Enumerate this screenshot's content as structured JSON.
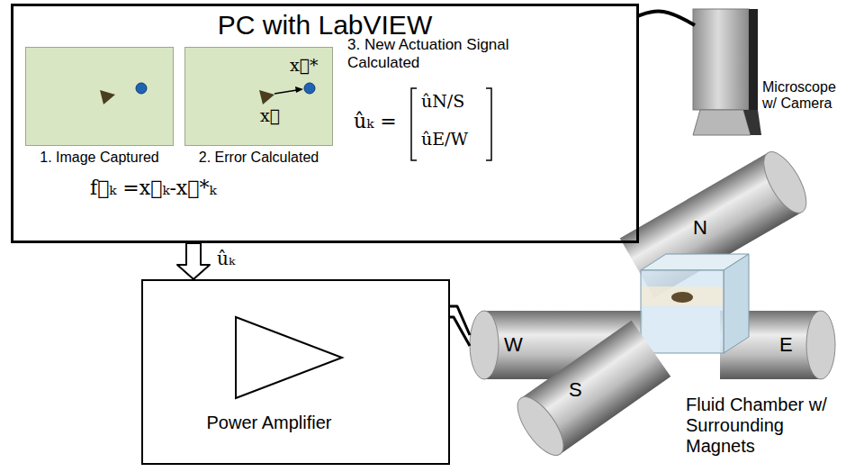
{
  "diagram": {
    "nodes": [
      {
        "text": [
          "PC with LabVIEW"
        ]
      },
      {
        "text": [
          "1. Image Captured"
        ],
        "in": 0
      },
      {
        "text": [
          "2. Error Calculated"
        ],
        "in": 0
      },
      {
        "text": [
          "Microscope w/ Camera"
        ]
      },
      {
        "text": [
          "Power Amplifier"
        ]
      },
      {
        "text": [
          "Fluid Chamber w/ Surrounding Magnets"
        ]
      }
    ],
    "edges": [
      {
        "from": 0,
        "to": 3,
        "arrow": "none"
      },
      {
        "from": 0,
        "to": 4,
        "arrow": "to",
        "label": "ûₖ"
      },
      {
        "from": 4,
        "to": 5,
        "arrow": "none"
      }
    ],
    "labels": [
      "x⃗*",
      "x⃗",
      "3. New Actuation Signal Calculated",
      "ûₖ =",
      "ûN/S",
      "ûE/W",
      "f⃗ₖ =x⃗ₖ-x⃗*ₖ",
      "W",
      "N",
      "E",
      "S"
    ]
  }
}
